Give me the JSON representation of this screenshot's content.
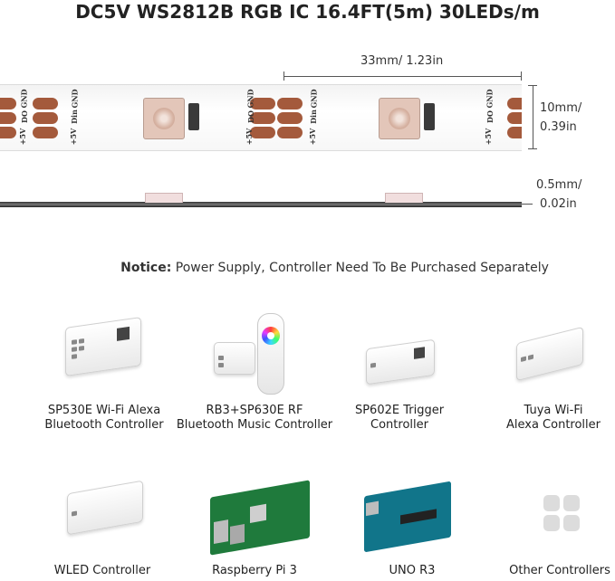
{
  "title": "DC5V WS2812B RGB IC 16.4FT(5m) 30LEDs/m",
  "dimensions": {
    "spacing": "33mm/ 1.23in",
    "width_mm": "10mm/",
    "width_in": "0.39in",
    "thickness_mm": "0.5mm/",
    "thickness_in": "0.02in"
  },
  "strip_labels": {
    "gnd": "GND",
    "plus5v": "+5V",
    "do": "DO",
    "din": "Din"
  },
  "notice": {
    "label": "Notice:",
    "text": " Power Supply, Controller Need To Be Purchased Separately"
  },
  "controllers": [
    {
      "line1": "SP530E Wi-Fi Alexa",
      "line2": "Bluetooth Controller"
    },
    {
      "line1": "RB3+SP630E RF",
      "line2": "Bluetooth Music Controller"
    },
    {
      "line1": "SP602E Trigger",
      "line2": "Controller"
    },
    {
      "line1": "Tuya Wi-Fi",
      "line2": "Alexa Controller"
    },
    {
      "line1": "WLED Controller",
      "line2": ""
    },
    {
      "line1": "Raspberry Pi 3",
      "line2": ""
    },
    {
      "line1": "UNO R3",
      "line2": ""
    },
    {
      "line1": "Other Controllers",
      "line2": ""
    }
  ],
  "icons": {
    "others": "grid-icon"
  }
}
